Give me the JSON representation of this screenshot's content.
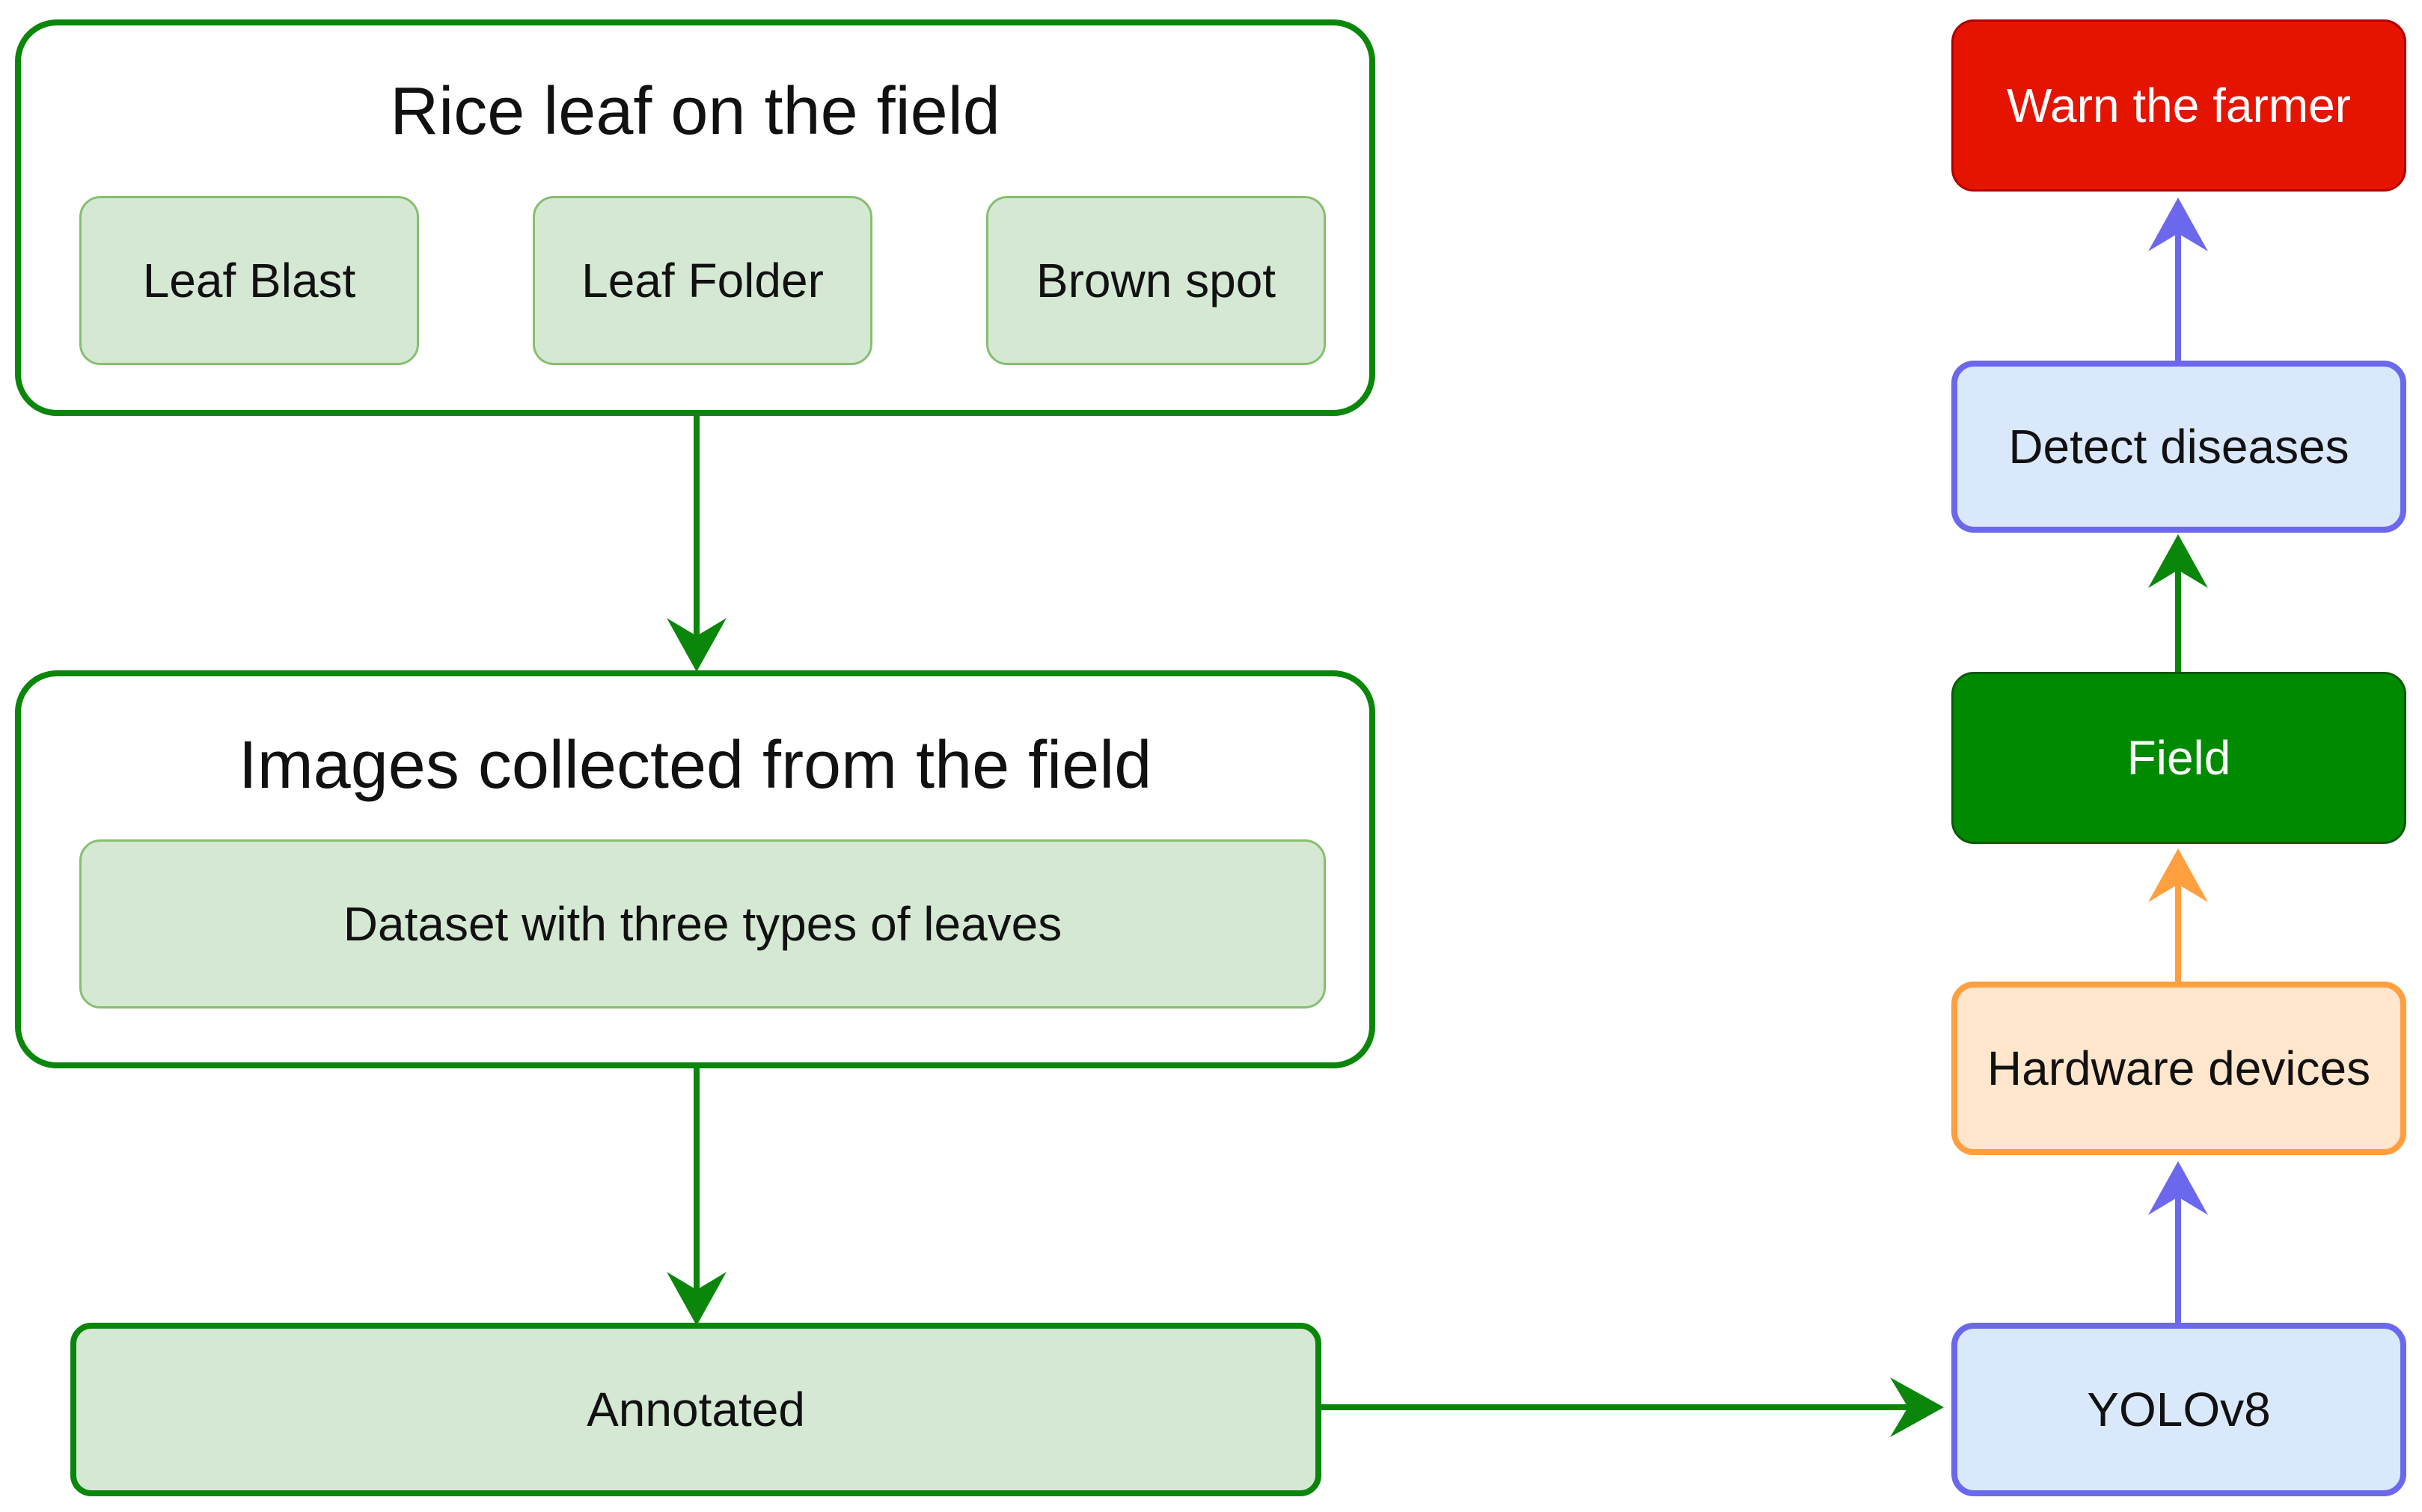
{
  "colors": {
    "green_stroke": "#0a870a",
    "light_green_fill": "#d5e8d4",
    "blue_stroke": "#6b68ee",
    "light_blue_fill": "#dae8fc",
    "orange_stroke": "#ff9f40",
    "light_orange_fill": "#ffe6cc",
    "dark_green_fill": "#008a00",
    "red_fill": "#e51400"
  },
  "rice_leaf_group": {
    "title": "Rice leaf on the field",
    "items": [
      "Leaf Blast",
      "Leaf Folder",
      "Brown spot"
    ]
  },
  "images_group": {
    "title": "Images collected from the field",
    "dataset": "Dataset with three types of leaves"
  },
  "annotated": "Annotated",
  "pipeline": {
    "yolo": "YOLOv8",
    "hardware": "Hardware devices",
    "field": "Field",
    "detect": "Detect diseases",
    "warn": "Warn the farmer"
  }
}
